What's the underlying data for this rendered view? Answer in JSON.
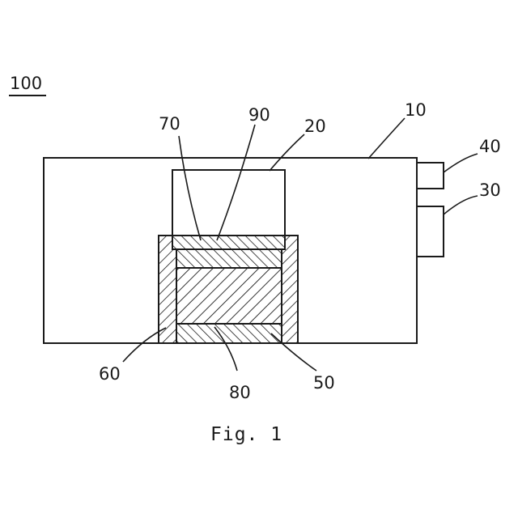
{
  "assembly_label": "100",
  "labels": {
    "housing": "10",
    "upper_block": "20",
    "lower_box": "30",
    "upper_box": "40",
    "base_strip": "50",
    "frame_wall": "60",
    "top_plate": "70",
    "core": "80",
    "middle_layer": "90"
  },
  "caption": "Fig. 1"
}
